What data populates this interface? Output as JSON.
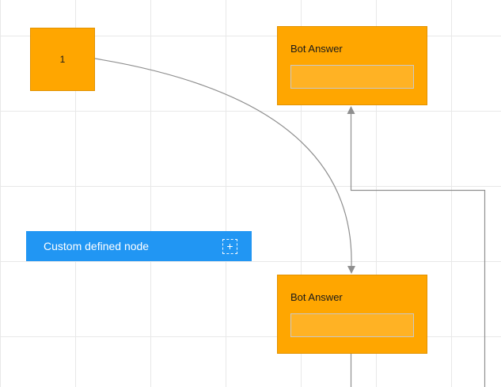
{
  "nodes": {
    "node1": {
      "label": "1"
    },
    "bot_answer_top": {
      "title": "Bot Answer"
    },
    "bot_answer_bottom": {
      "title": "Bot Answer"
    },
    "custom_node": {
      "label": "Custom defined node",
      "add_icon": "+"
    }
  },
  "colors": {
    "canvas_bg": "#ffffff",
    "grid_line": "#e8e8e8",
    "node_fill": "#ffa600",
    "node_border": "#e29200",
    "inner_box_border": "#c9c9c9",
    "custom_node_fill": "#2196f3",
    "connector": "#8f8f8f",
    "label_dark": "#1a1a1a",
    "label_light": "#ffffff"
  }
}
